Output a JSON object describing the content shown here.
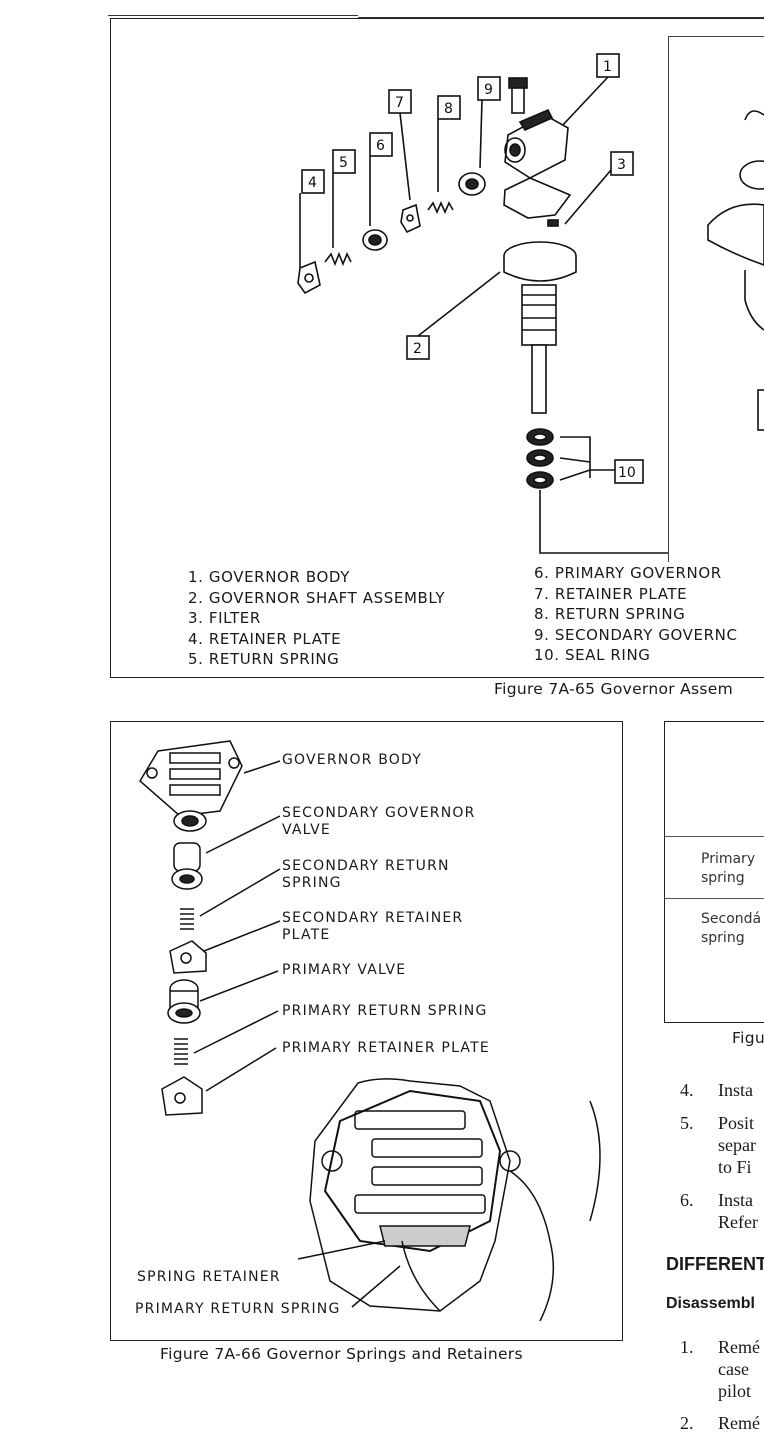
{
  "figure1": {
    "callouts": [
      "1",
      "2",
      "3",
      "4",
      "5",
      "6",
      "7",
      "8",
      "9",
      "10"
    ],
    "legend_left": [
      "1. GOVERNOR BODY",
      "2. GOVERNOR SHAFT ASSEMBLY",
      "3. FILTER",
      "4. RETAINER PLATE",
      "5. RETURN SPRING"
    ],
    "legend_right": [
      "6. PRIMARY GOVERNOR",
      "7. RETAINER PLATE",
      "8. RETURN SPRING",
      "9. SECONDARY GOVERNC",
      "10. SEAL RING"
    ],
    "caption": "Figure 7A-65 Governor Assem"
  },
  "figure2": {
    "labels": {
      "governor_body": "GOVERNOR BODY",
      "secondary_valve_1": "SECONDARY GOVERNOR",
      "secondary_valve_2": "VALVE",
      "secondary_spring_1": "SECONDARY RETURN",
      "secondary_spring_2": "SPRING",
      "secondary_plate_1": "SECONDARY RETAINER",
      "secondary_plate_2": "PLATE",
      "primary_valve": "PRIMARY VALVE",
      "primary_spring": "PRIMARY RETURN SPRING",
      "primary_plate": "PRIMARY RETAINER PLATE",
      "spring_retainer": "SPRING RETAINER",
      "photo_primary_spring": "PRIMARY RETURN SPRING"
    },
    "caption": "Figure 7A-66 Governor Springs and Retainers"
  },
  "table": {
    "rows": [
      {
        "line1": "Primary",
        "line2": "spring"
      },
      {
        "line1": "Secondá",
        "line2": "spring"
      }
    ],
    "caption": "Figu"
  },
  "steps": [
    {
      "num": "4.",
      "lines": [
        "Insta"
      ]
    },
    {
      "num": "5.",
      "lines": [
        "Posit",
        "separ",
        "to Fi"
      ]
    },
    {
      "num": "6.",
      "lines": [
        "Insta",
        "Refer"
      ]
    }
  ],
  "section": {
    "heading": "DIFFERENT",
    "subheading": "Disassembl"
  },
  "steps2": [
    {
      "num": "1.",
      "lines": [
        "Remé",
        "case",
        "pilot"
      ]
    },
    {
      "num": "2.",
      "lines": [
        "Remé"
      ]
    }
  ]
}
